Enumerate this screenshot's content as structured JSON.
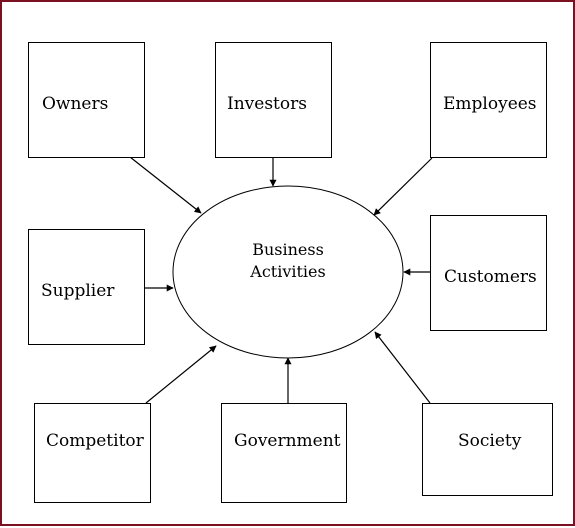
{
  "center": {
    "line1": "Business",
    "line2": "Activities"
  },
  "stakeholders": {
    "owners": "Owners",
    "investors": "Investors",
    "employees": "Employees",
    "supplier": "Supplier",
    "customers": "Customers",
    "competitor": "Competitor",
    "government": "Government",
    "society": "Society"
  },
  "colors": {
    "frame": "#7a1020",
    "stroke": "#000000"
  }
}
